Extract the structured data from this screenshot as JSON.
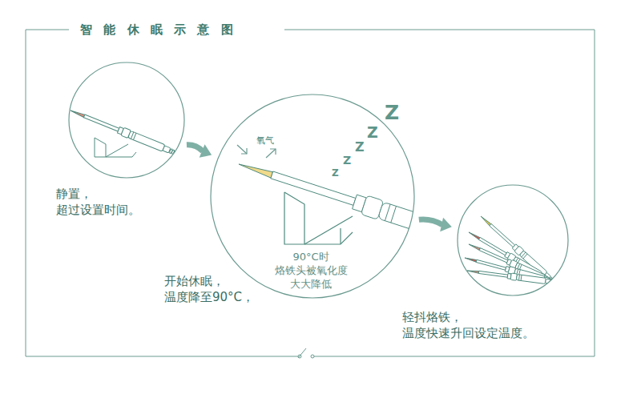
{
  "diagram": {
    "title": "智能休眠示意图",
    "nodes": [
      {
        "text": [
          "静置， 超过设置时间。"
        ]
      },
      {
        "text": [
          "开始休眠， 温度降至90°C，",
          "90°C时 烙铁头被氧化度 大大降低"
        ]
      },
      {
        "text": [
          "轻抖烙铁， 温度快速升回设定温度。"
        ]
      }
    ],
    "edges": [
      {
        "from": 0,
        "to": 1,
        "arrow": "to"
      },
      {
        "from": 1,
        "to": 2,
        "arrow": "to"
      }
    ],
    "labels": [
      "氧气",
      "Z",
      "Z",
      "Z",
      "Z",
      "Z"
    ]
  }
}
